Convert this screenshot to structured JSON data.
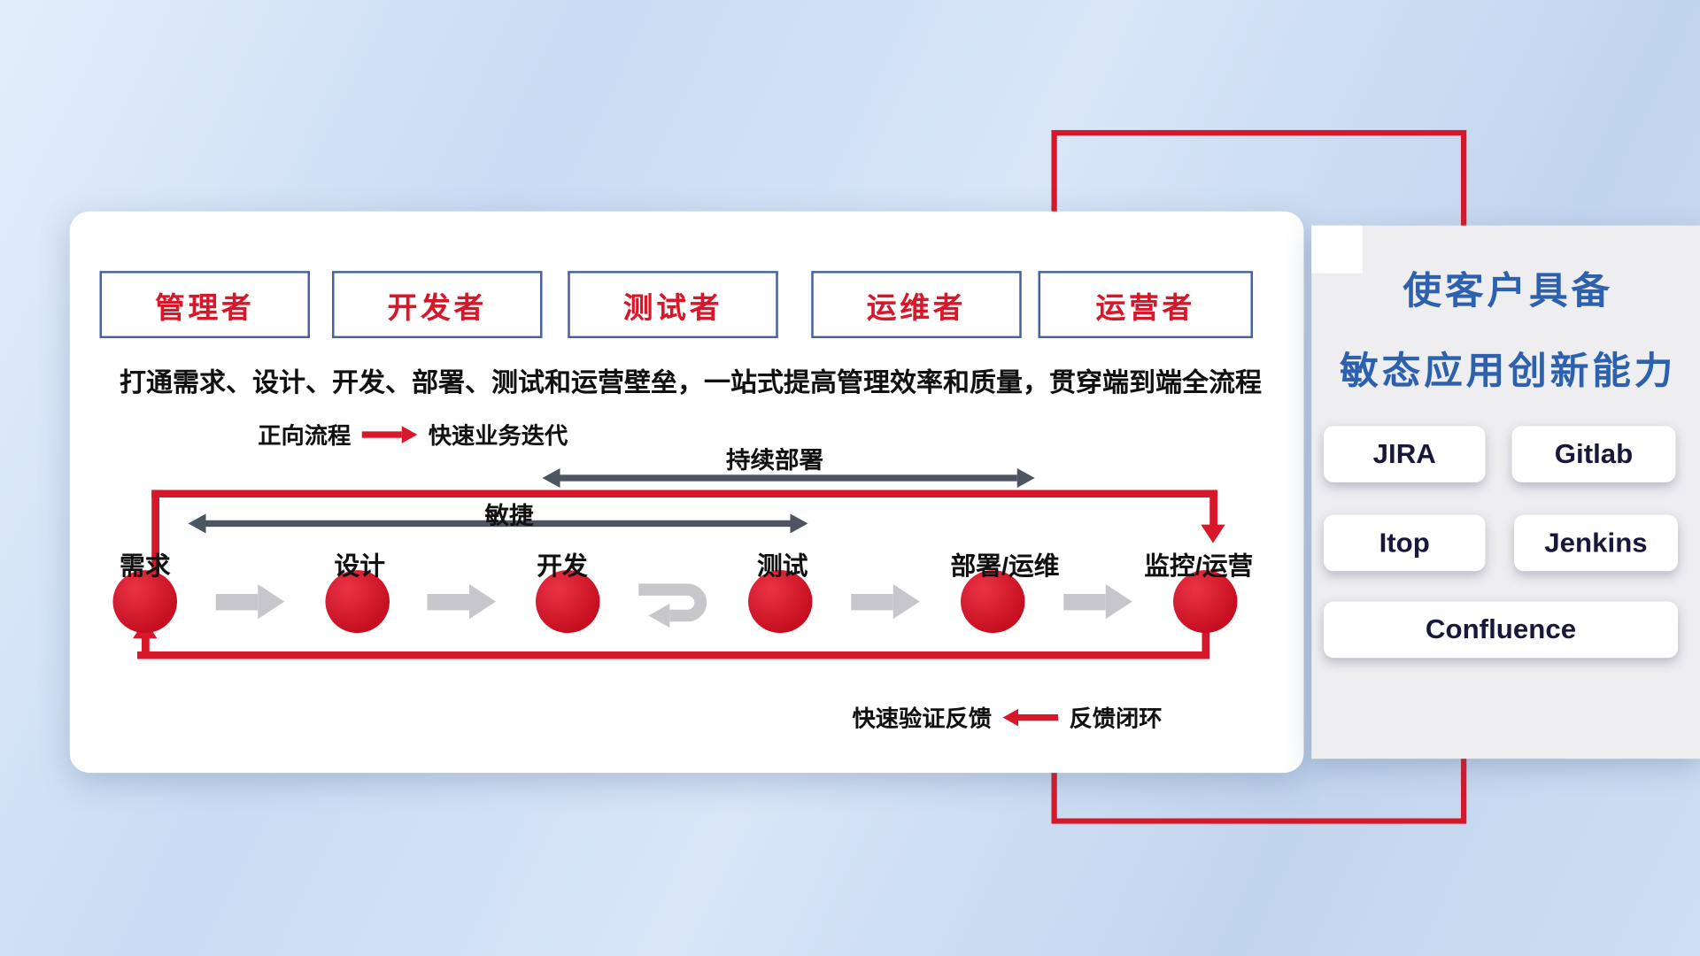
{
  "roles": [
    "管理者",
    "开发者",
    "测试者",
    "运维者",
    "运营者"
  ],
  "description": "打通需求、设计、开发、部署、测试和运营壁垒，一站式提高管理效率和质量，贯穿端到端全流程",
  "legend_forward": {
    "label": "正向流程",
    "value": "快速业务迭代"
  },
  "spans": {
    "continuous_deploy": "持续部署",
    "agile": "敏捷"
  },
  "nodes": [
    "需求",
    "设计",
    "开发",
    "测试",
    "部署/运维",
    "监控/运营"
  ],
  "legend_feedback": {
    "label": "快速验证反馈",
    "value": "反馈闭环"
  },
  "side_panel": {
    "title_line1": "使客户具备",
    "title_line2": "敏态应用创新能力",
    "tools": [
      "JIRA",
      "Gitlab",
      "Itop",
      "Jenkins",
      "Confluence"
    ]
  },
  "colors": {
    "accent_red": "#d7182a",
    "title_blue": "#2d61ae",
    "role_border_blue": "#47619c",
    "span_arrow_dark": "#4d5562",
    "flow_arrow_gray": "#c7c7cb"
  }
}
